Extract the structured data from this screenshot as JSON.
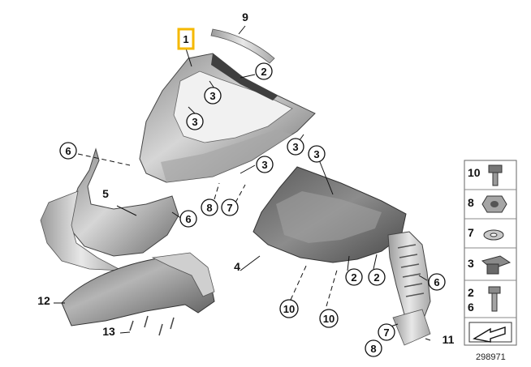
{
  "diagram": {
    "highlight_color": "#f5b800",
    "callouts": [
      {
        "id": "c1",
        "label": "1",
        "highlighted": true
      },
      {
        "id": "c2a",
        "label": "2"
      },
      {
        "id": "c3a",
        "label": "3"
      },
      {
        "id": "c3b",
        "label": "3"
      },
      {
        "id": "c3c",
        "label": "3"
      },
      {
        "id": "c3d",
        "label": "3"
      },
      {
        "id": "c3e",
        "label": "3"
      },
      {
        "id": "c6a",
        "label": "6"
      },
      {
        "id": "c6b",
        "label": "6"
      },
      {
        "id": "c6c",
        "label": "6"
      },
      {
        "id": "c7a",
        "label": "7"
      },
      {
        "id": "c7b",
        "label": "7"
      },
      {
        "id": "c8a",
        "label": "8"
      },
      {
        "id": "c8b",
        "label": "8"
      },
      {
        "id": "c2b",
        "label": "2"
      },
      {
        "id": "c2c",
        "label": "2"
      },
      {
        "id": "c10a",
        "label": "10"
      },
      {
        "id": "c10b",
        "label": "10"
      }
    ],
    "plain_labels": [
      {
        "id": "p9",
        "label": "9"
      },
      {
        "id": "p5",
        "label": "5"
      },
      {
        "id": "p4",
        "label": "4"
      },
      {
        "id": "p12",
        "label": "12"
      },
      {
        "id": "p13",
        "label": "13"
      },
      {
        "id": "p11",
        "label": "11"
      }
    ],
    "legend": [
      {
        "label": "10",
        "icon": "bolt-icon"
      },
      {
        "label": "8",
        "icon": "nut-icon"
      },
      {
        "label": "7",
        "icon": "washer-icon"
      },
      {
        "label": "3",
        "icon": "clip-nut-icon"
      },
      {
        "label_top": "2",
        "label_bottom": "6",
        "icon": "screw-icon"
      },
      {
        "label": "",
        "icon": "arrow-badge-icon"
      }
    ],
    "reference_number": "298971"
  }
}
